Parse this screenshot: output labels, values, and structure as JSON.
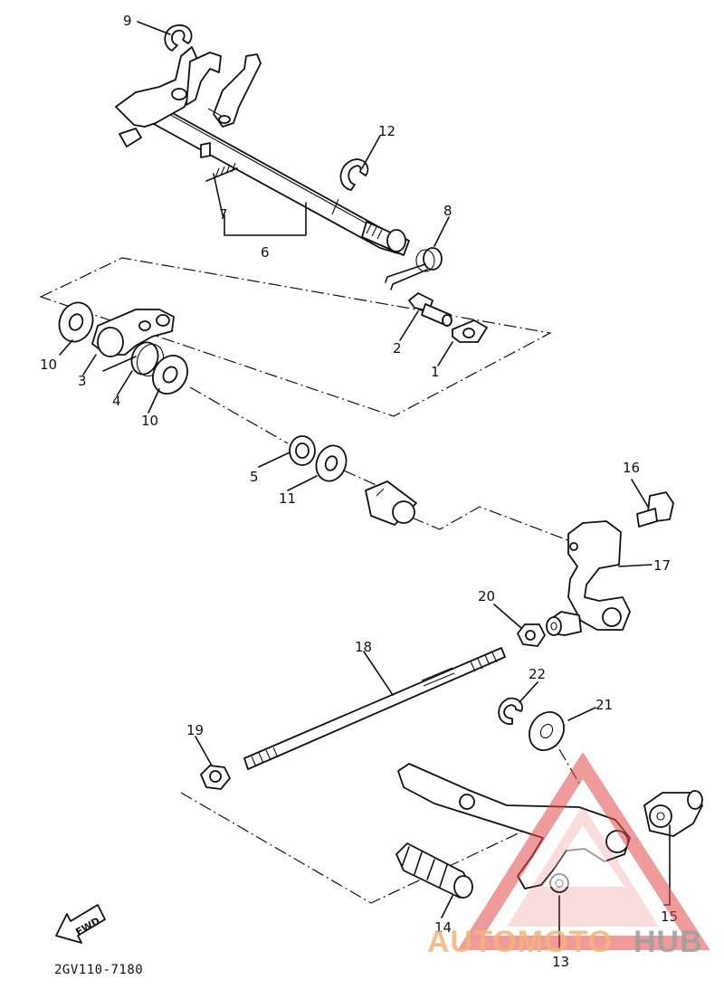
{
  "diagram": {
    "drawing_code": "2GV110-7180",
    "fwd_label": "FWD",
    "callouts": [
      "9",
      "12",
      "8",
      "7",
      "6",
      "10",
      "3",
      "4",
      "10",
      "2",
      "1",
      "5",
      "11",
      "16",
      "17",
      "20",
      "18",
      "22",
      "21",
      "19",
      "15",
      "14",
      "13"
    ]
  },
  "watermark": {
    "word_a": "AUTOMOTO",
    "word_b": "HUB",
    "color_a": "#f3b47a",
    "color_b": "#9e9e9e",
    "logo_color": "#e24a4a"
  }
}
